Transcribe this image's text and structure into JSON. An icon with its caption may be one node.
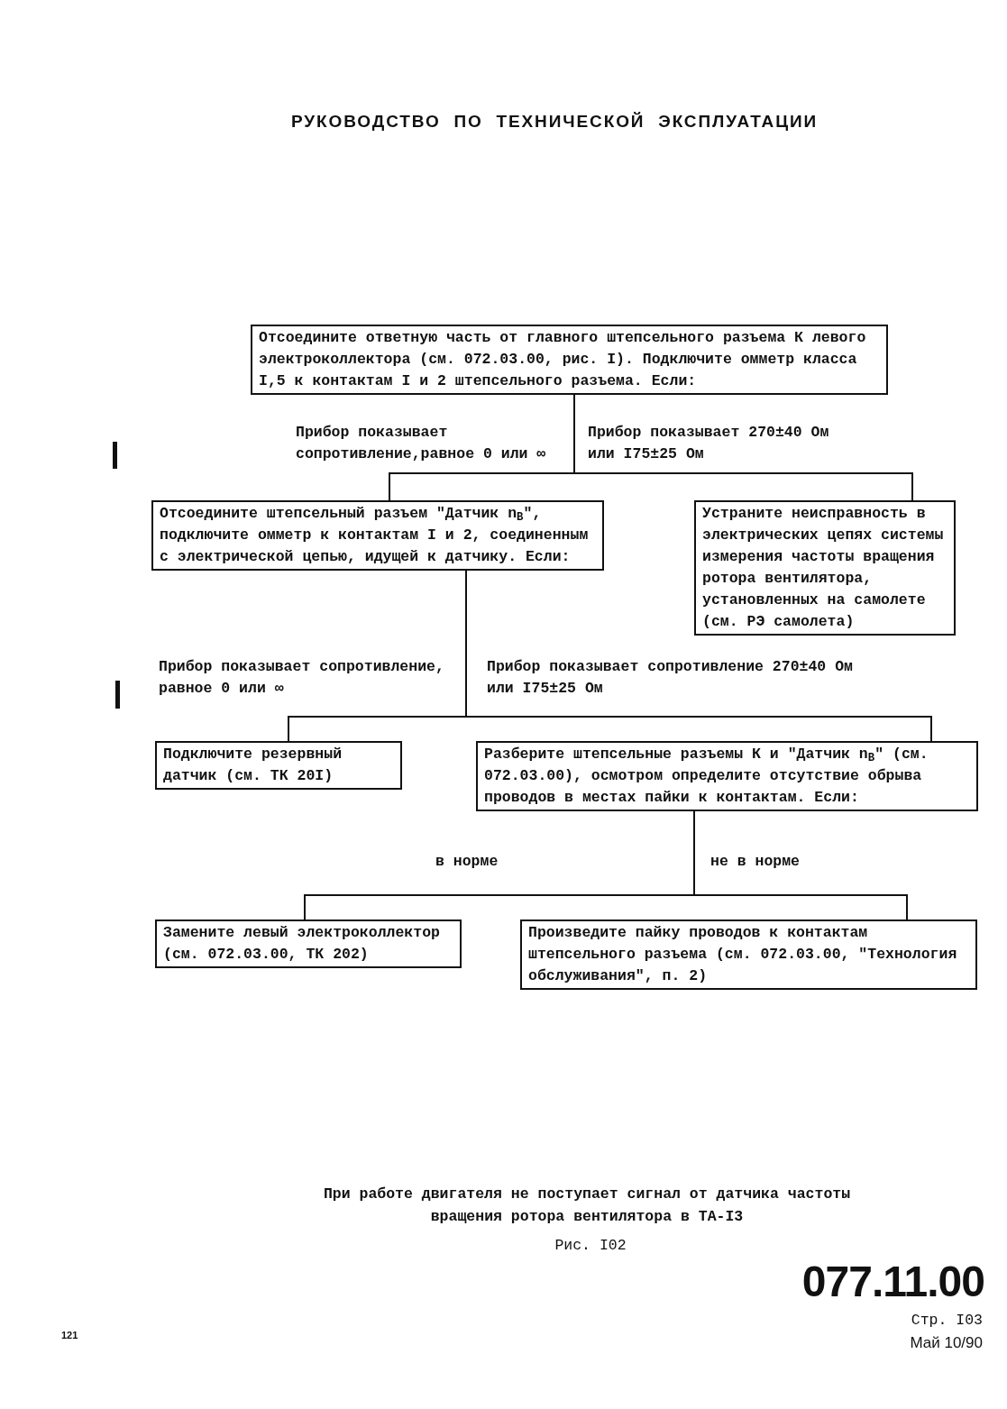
{
  "diagram": {
    "title": "РУКОВОДСТВО ПО ТЕХНИЧЕСКОЙ ЭКСПЛУАТАЦИИ",
    "caption": "При работе двигателя не поступает сигнал от датчика частоты вращения ротора вентилятора в ТА-I3",
    "nodes": [
      {
        "text": [
          "Отсоедините ответную часть от главного штепсельного разъема К левого электроколлектора (см. 072.03.00, рис. I). Подключите омметр класса I,5 к контактам I и 2 штепсельного разъема. Если:"
        ]
      },
      {
        "text": [
          "Отсоедините штепсельный разъем \"Датчик n$_{В}$\", подключите омметр к контактам I и 2, соединенным с электрической цепью, идущей к датчику. Если:"
        ]
      },
      {
        "text": [
          "Устраните неисправность в электрических цепях системы измерения частоты вращения ротора вентилятора, установленных на самолете (см. РЭ самолета)"
        ]
      },
      {
        "text": [
          "Подключите резервный датчик (см. ТК 20I)"
        ]
      },
      {
        "text": [
          "Разберите штепсельные разъемы К и \"Датчик n$_{В}$\" (см. 072.03.00), осмотром определите отсутствие обрыва проводов в местах пайки к контактам. Если:"
        ]
      },
      {
        "text": [
          "Замените левый электроколлектор (см. 072.03.00, ТК 202)"
        ]
      },
      {
        "text": [
          "Произведите пайку проводов к контактам штепсельного разъема (см. 072.03.00, \"Технология обслуживания\", п. 2)"
        ]
      }
    ],
    "edges": [
      {
        "from": 0,
        "to": 1,
        "arrow": "none",
        "label": "Прибор показывает сопротивление,равное 0 или ∞"
      },
      {
        "from": 0,
        "to": 2,
        "arrow": "none",
        "label": "Прибор показывает 270±40 Ом или I75±25 Ом"
      },
      {
        "from": 1,
        "to": 3,
        "arrow": "none",
        "label": "Прибор показывает сопротивление, равное 0 или ∞"
      },
      {
        "from": 1,
        "to": 4,
        "arrow": "none",
        "label": "Прибор показывает сопротивление 270±40 Ом или I75±25 Ом"
      },
      {
        "from": 4,
        "to": 5,
        "arrow": "none",
        "label": "в норме"
      },
      {
        "from": 4,
        "to": 6,
        "arrow": "none",
        "label": "не в норме"
      }
    ],
    "labels": [
      "Рис. I02",
      "077.11.00",
      "Стр. I03",
      "Май 10/90",
      "121"
    ]
  }
}
